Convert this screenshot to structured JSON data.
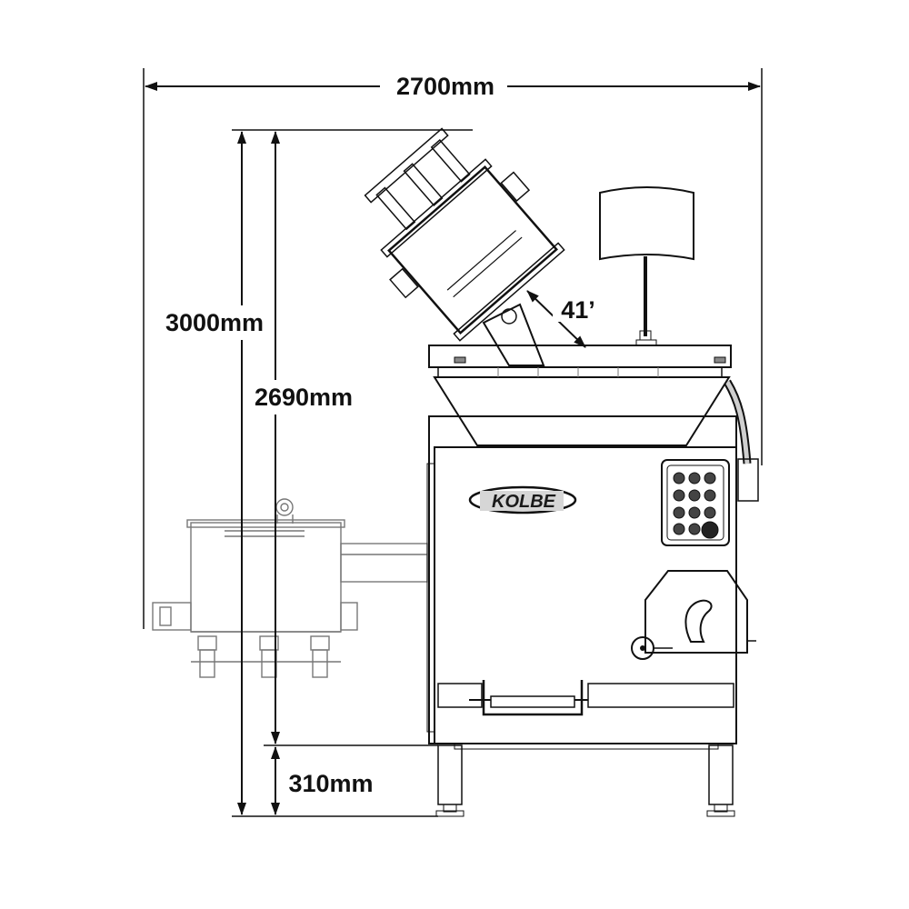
{
  "dimensions": {
    "overall_width": "2700mm",
    "overall_height": "3000mm",
    "working_height": "2690mm",
    "leg_height": "310mm",
    "tilt_angle": "41’"
  },
  "machine": {
    "brand": "KOLBE"
  },
  "colors": {
    "line": "#111111",
    "body_fill": "#d9d9d9",
    "panel_fill": "#cfcfcf",
    "ghost_line": "#777777",
    "dark_panel": "#4a4a4a"
  }
}
